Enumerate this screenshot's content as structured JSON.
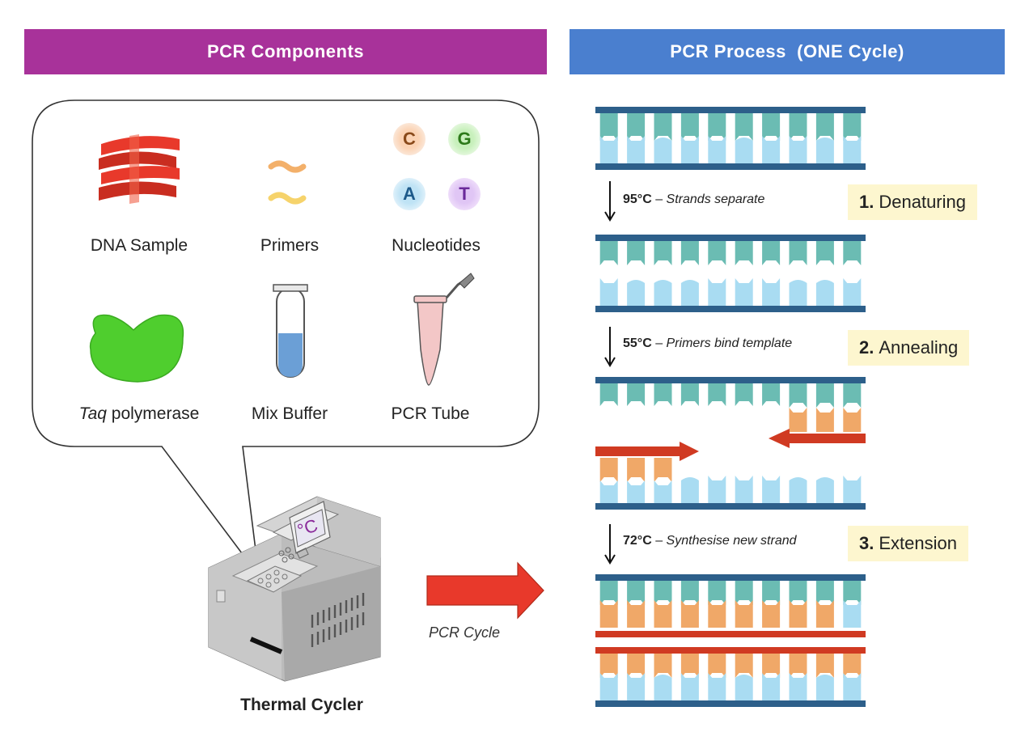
{
  "banners": {
    "components": "PCR Components",
    "process": "PCR Process  (ONE Cycle)",
    "components_color": "#a8329a",
    "process_color": "#4a7fcf"
  },
  "components": {
    "dna_sample": "DNA Sample",
    "primers": "Primers",
    "nucleotides": "Nucleotides",
    "taq_italic": "Taq",
    "taq_rest": " polymerase",
    "mix_buffer": "Mix Buffer",
    "pcr_tube": "PCR Tube",
    "nucleotide_letters": [
      "C",
      "G",
      "A",
      "T"
    ]
  },
  "machine": {
    "label": "Thermal Cycler",
    "display": "°C"
  },
  "cycle_arrow_label": "PCR Cycle",
  "steps": [
    {
      "temp": "95°C",
      "dash": " – ",
      "desc": "Strands separate",
      "num": "1.",
      "name": "Denaturing"
    },
    {
      "temp": "55°C",
      "dash": " – ",
      "desc": "Primers bind template",
      "num": "2.",
      "name": "Annealing"
    },
    {
      "temp": "72°C",
      "dash": " – ",
      "desc": "Synthesise new strand",
      "num": "3.",
      "name": "Extension"
    }
  ],
  "colors": {
    "backbone": "#2d5f8a",
    "teal": "#6bbcb3",
    "lightblue": "#a9dcf2",
    "orange": "#f0a868",
    "primer_red": "#d03a22",
    "badge_bg": "#fdf6cf"
  }
}
